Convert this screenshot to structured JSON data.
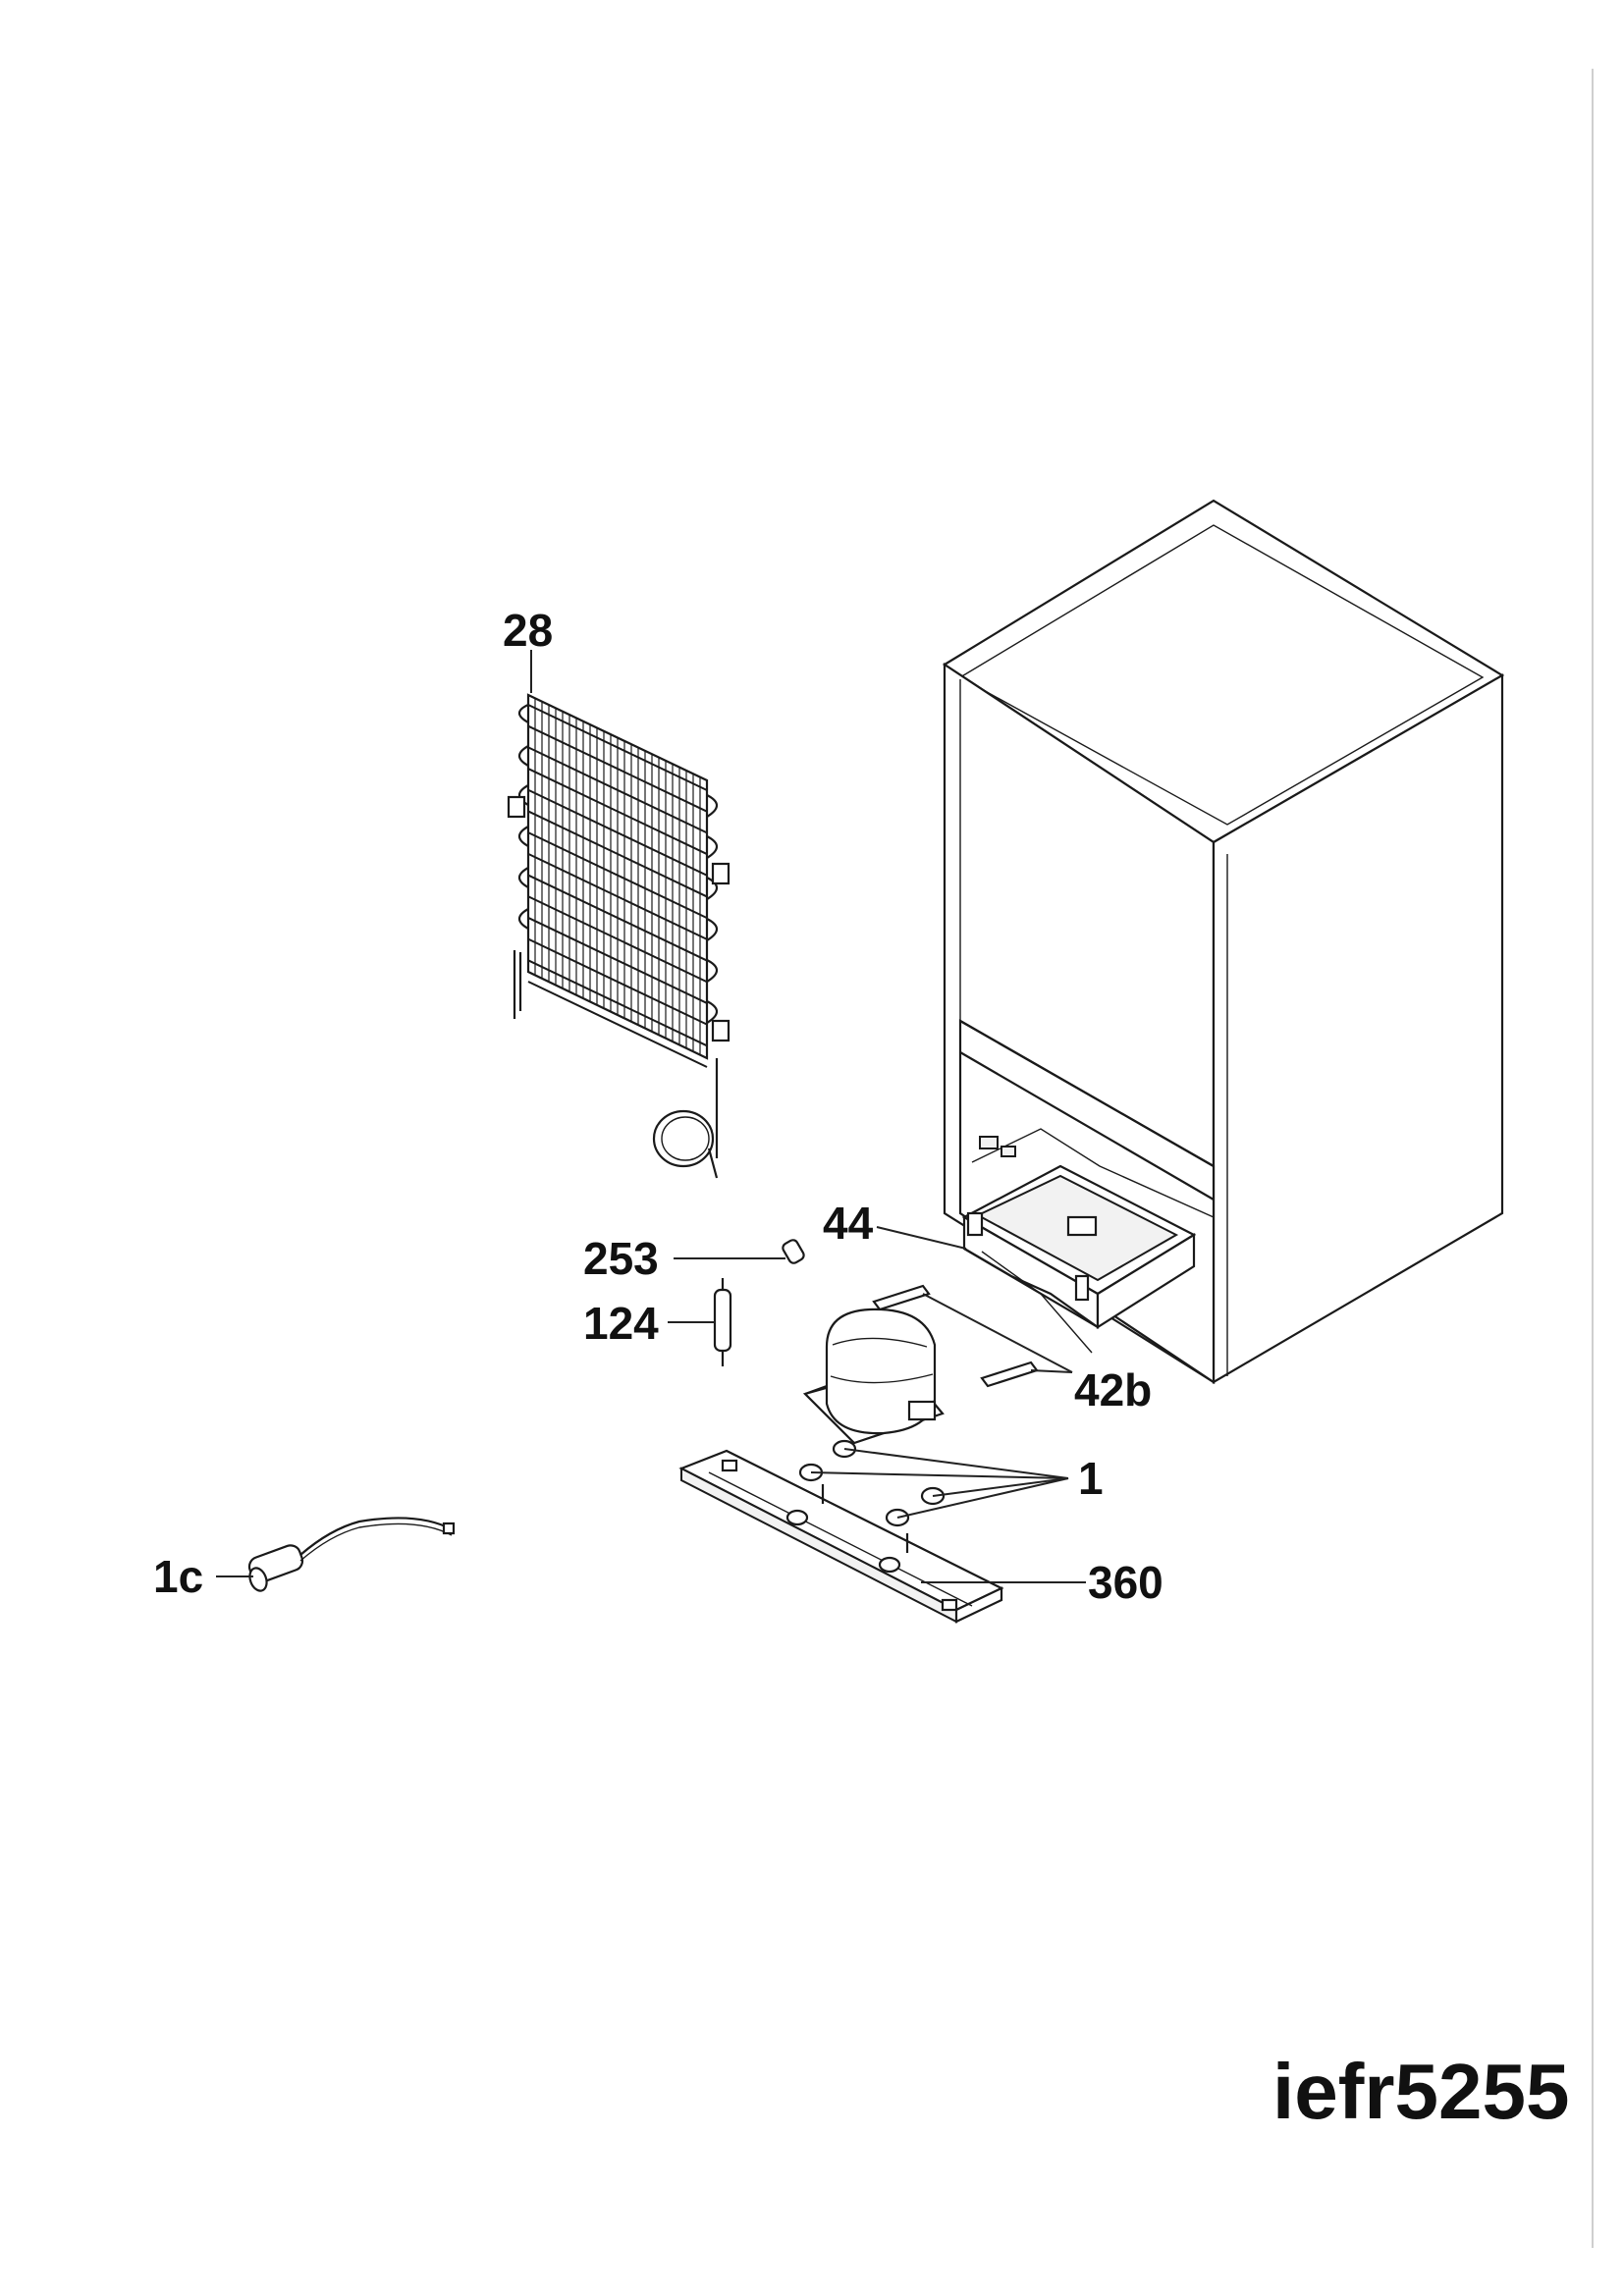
{
  "model": "iefr5255",
  "part_labels": {
    "condenser": "28",
    "drip_tray": "44",
    "grommet": "253",
    "drier_filter": "124",
    "compressor_clips": "42b",
    "compressor_feet": "1",
    "compressor_cable": "1c",
    "compressor_base_plate": "360"
  }
}
